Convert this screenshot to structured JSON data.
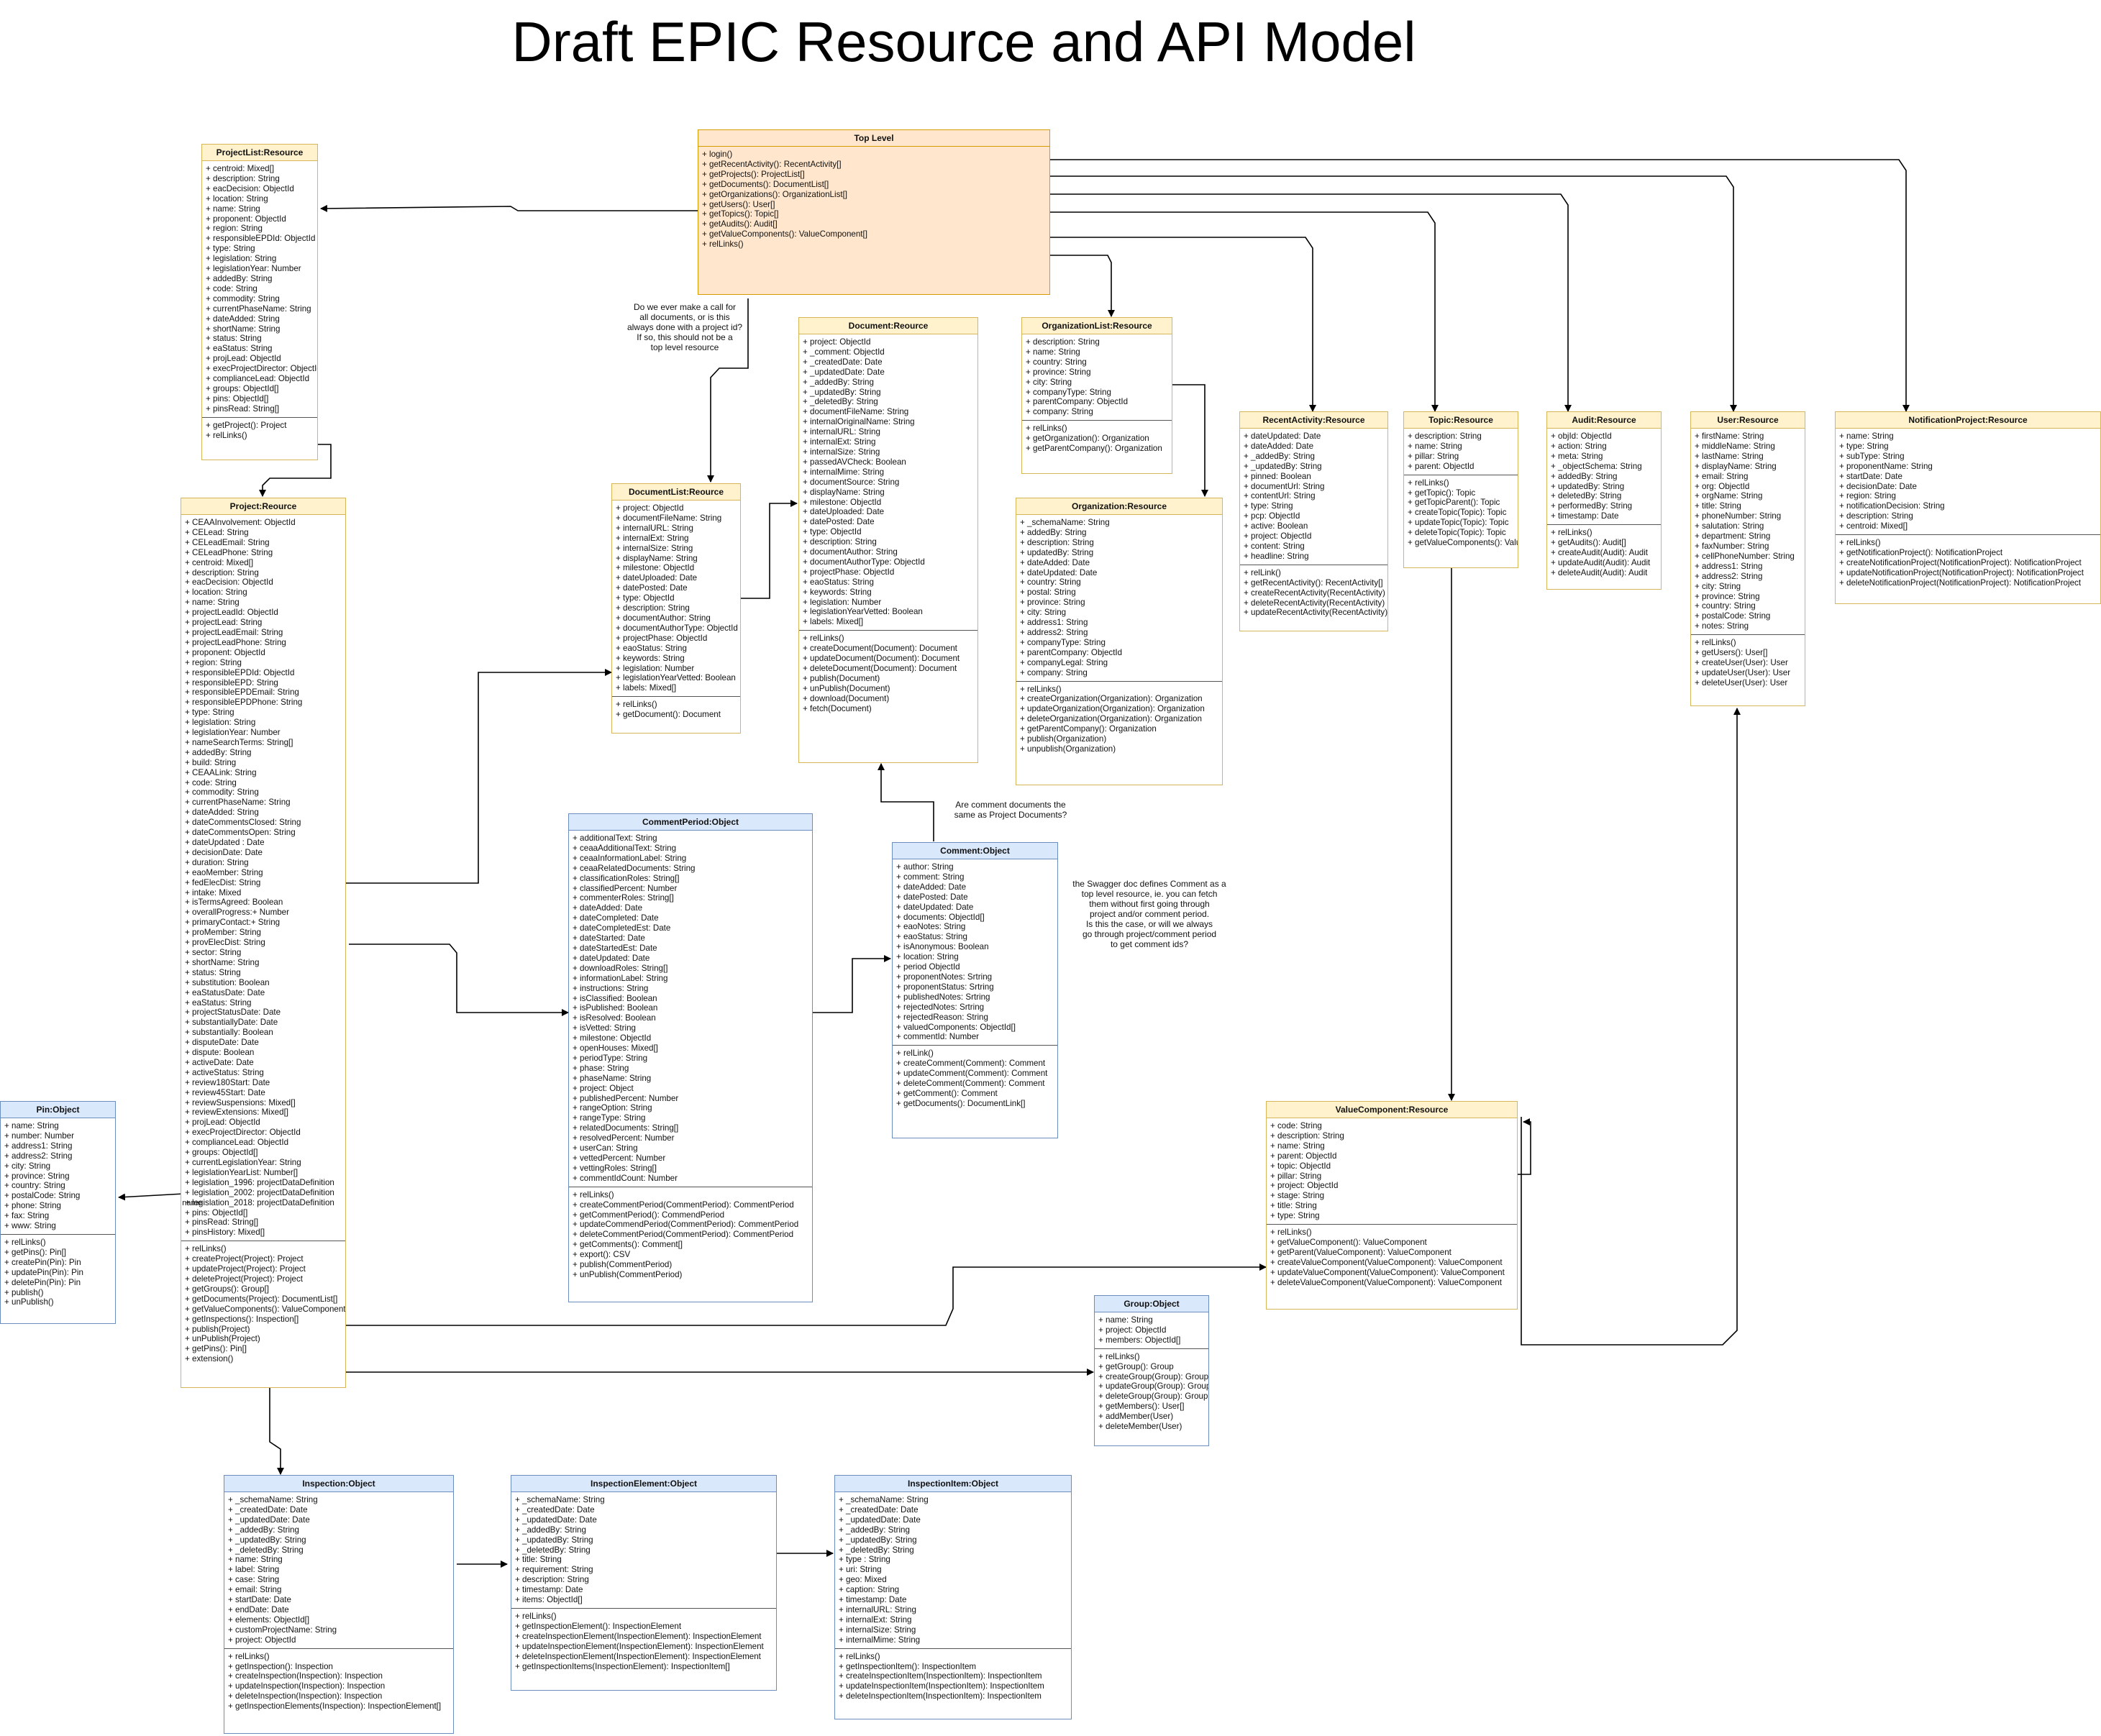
{
  "title": "Draft EPIC Resource and API Model",
  "classes": [
    {
      "id": "top",
      "name": "Top Level",
      "attrs": [],
      "methods": [
        "+ login()",
        "+ getRecentActivity(): RecentActivity[]",
        "+ getProjects(): ProjectList[]",
        "+ getDocuments(): DocumentList[]",
        "+ getOrganizations(): OrganizationList[]",
        "+ getUsers(): User[]",
        "+ getTopics(): Topic[]",
        "+ getAudits(): Audit[]",
        "+ getValueComponents(): ValueComponent[]",
        "+ relLinks()"
      ]
    },
    {
      "id": "projectlist",
      "name": "ProjectList:Resource",
      "attrs": [
        "+ centroid: Mixed[]",
        "+ description: String",
        "+ eacDecision: ObjectId",
        "+ location: String",
        "+ name: String",
        "+ proponent: ObjectId",
        "+ region: String",
        "+ responsibleEPDId: ObjectId",
        "+ type: String",
        "+ legislation: String",
        "+ legislationYear: Number",
        "+ addedBy: String",
        "+ code: String",
        "+ commodity: String",
        "+ currentPhaseName: String",
        "+ dateAdded: String",
        "+ shortName: String",
        "+ status: String",
        "+ eaStatus: String",
        "+ projLead: ObjectId",
        "+ execProjectDirector: ObjectId",
        "+ complianceLead: ObjectId",
        "+ groups: ObjectId[]",
        "+ pins: ObjectId[]",
        "+ pinsRead: String[]"
      ],
      "methods": [
        "+ getProject(): Project",
        "+ relLinks()"
      ]
    },
    {
      "id": "project",
      "name": "Project:Reource",
      "attrs": [
        "+ CEAAInvolvement: ObjectId",
        "+ CELead: String",
        "+ CELeadEmail: String",
        "+ CELeadPhone: String",
        "+ centroid: Mixed[]",
        "+ description: String",
        "+ eacDecision: ObjectId",
        "+ location: String",
        "+ name: String",
        "+ projectLeadId: ObjectId",
        "+ projectLead: String",
        "+ projectLeadEmail: String",
        "+ projectLeadPhone: String",
        "+ proponent: ObjectId",
        "+ region: String",
        "+ responsibleEPDId: ObjectId",
        "+ responsibleEPD: String",
        "+ responsibleEPDEmail: String",
        "+ responsibleEPDPhone: String",
        "+ type: String",
        "+ legislation: String",
        "+ legislationYear: Number",
        "+ nameSearchTerms: String[]",
        "+ addedBy: String",
        "+ build: String",
        "+ CEAALink: String",
        "+ code: String",
        "+ commodity: String",
        "+ currentPhaseName: String",
        "+ dateAdded: String",
        "+ dateCommentsClosed: String",
        "+ dateCommentsOpen: String",
        "+ dateUpdated : Date",
        "+ decisionDate: Date",
        "+ duration: String",
        "+ eaoMember: String",
        "+ fedElecDist: String",
        "+ intake: Mixed",
        "+ isTermsAgreed: Boolean",
        "+ overallProgress:+ Number",
        "+ primaryContact:+ String",
        "+ proMember: String",
        "+ provElecDist: String",
        "+ sector: String",
        "+ shortName: String",
        "+ status: String",
        "+ substitution: Boolean",
        "+ eaStatusDate: Date",
        "+ eaStatus: String",
        "+ projectStatusDate: Date",
        "+ substantiallyDate: Date",
        "+ substantially: Boolean",
        "+ disputeDate: Date",
        "+ dispute: Boolean",
        "+ activeDate: Date",
        "+ activeStatus: String",
        "+ review180Start: Date",
        "+ review45Start: Date",
        "+ reviewSuspensions: Mixed[]",
        "+ reviewExtensions: Mixed[]",
        "+ projLead: ObjectId",
        "+ execProjectDirector: ObjectId",
        "+ complianceLead: ObjectId",
        "+ groups: ObjectId[]",
        "+ currentLegislationYear: String",
        "+ legislationYearList: Number[]",
        "+ legislation_1996: projectDataDefinition",
        "+ legislation_2002: projectDataDefinition",
        "+ legislation_2018: projectDataDefinition",
        "+ pins: ObjectId[]",
        "+ pinsRead: String[]",
        "+ pinsHistory: Mixed[]"
      ],
      "methods": [
        "+ relLinks()",
        "+ createProject(Project): Project",
        "+ updateProject(Project): Project",
        "+ deleteProject(Project): Project",
        "+ getGroups(): Group[]",
        "+ getDocuments(Project): DocumentList[]",
        "+ getValueComponents(): ValueComponent[]",
        "+ getInspections(): Inspection[]",
        "+ publish(Project)",
        "+ unPublish(Project)",
        "+ getPins(): Pin[]",
        "+ extension()"
      ]
    },
    {
      "id": "pin",
      "name": "Pin:Object",
      "attrs": [
        "+ name: String",
        "+ number: Number",
        "+ address1: String",
        "+ address2: String",
        "+ city: String",
        "+ province: String",
        "+ country: String",
        "+ postalCode: String",
        "+ phone: String",
        "+ fax: String",
        "+ www: String"
      ],
      "methods": [
        "+ relLinks()",
        "+ getPins(): Pin[]",
        "+ createPin(Pin): Pin",
        "+ updatePin(Pin): Pin",
        "+ deletePin(Pin): Pin",
        "+ publish()",
        "+ unPublish()"
      ]
    },
    {
      "id": "doclist",
      "name": "DocumentList:Reource",
      "attrs": [
        "+ project: ObjectId",
        "+ documentFileName: String",
        "+ internalURL: String",
        "+ internalExt: String",
        "+ internalSize: String",
        "+ displayName: String",
        "+ milestone: ObjectId",
        "+ dateUploaded: Date",
        "+ datePosted: Date",
        "+ type: ObjectId",
        "+ description: String",
        "+ documentAuthor: String",
        "+ documentAuthorType: ObjectId",
        "+ projectPhase: ObjectId",
        "+ eaoStatus: String",
        "+ keywords: String",
        "+ legislation: Number",
        "+ legislationYearVetted: Boolean",
        "+ labels: Mixed[]"
      ],
      "methods": [
        "+ relLinks()",
        "+ getDocument(): Document"
      ]
    },
    {
      "id": "document",
      "name": "Document:Reource",
      "attrs": [
        "+ project: ObjectId",
        "+ _comment: ObjectId",
        "+ _createdDate: Date",
        "+ _updatedDate: Date",
        "+ _addedBy: String",
        "+ _updatedBy: String",
        "+ _deletedBy: String",
        "+ documentFileName: String",
        "+ internalOriginalName: String",
        "+ internalURL: String",
        "+ internalExt: String",
        "+ internalSize: String",
        "+ passedAVCheck: Boolean",
        "+ internalMime: String",
        "+ documentSource: String",
        "+ displayName: String",
        "+ milestone: ObjectId",
        "+ dateUploaded: Date",
        "+ datePosted: Date",
        "+ type: ObjectId",
        "+ description: String",
        "+ documentAuthor: String",
        "+ documentAuthorType: ObjectId",
        "+ projectPhase: ObjectId",
        "+ eaoStatus: String",
        "+ keywords: String",
        "+ legislation: Number",
        "+ legislationYearVetted: Boolean",
        "+ labels: Mixed[]"
      ],
      "methods": [
        "+ relLinks()",
        "+ createDocument(Document): Document",
        "+ updateDocument(Document): Document",
        "+ deleteDocument(Document): Document",
        "+ publish(Document)",
        "+ unPublish(Document)",
        "+ download(Document)",
        "+ fetch(Document)"
      ]
    },
    {
      "id": "orglist",
      "name": "OrganizationList:Resource",
      "attrs": [
        "+ description: String",
        "+ name: String",
        "+ country: String",
        "+ province: String",
        "+ city: String",
        "+ companyType: String",
        "+ parentCompany: ObjectId",
        "+ company: String"
      ],
      "methods": [
        "+ relLinks()",
        "+ getOrganization(): Organization",
        "+ getParentCompany(): Organization"
      ]
    },
    {
      "id": "org",
      "name": "Organization:Resource",
      "attrs": [
        "+ _schemaName: String",
        "+ addedBy: String",
        "+ description: String",
        "+ updatedBy: String",
        "+ dateAdded: Date",
        "+ dateUpdated: Date",
        "+ country: String",
        "+ postal: String",
        "+ province: String",
        "+ city: String",
        "+ address1: String",
        "+ address2: String",
        "+ companyType: String",
        "+ parentCompany: ObjectId",
        "+ companyLegal: String",
        "+ company: String"
      ],
      "methods": [
        "+ relLinks()",
        "+ createOrganization(Organization): Organization",
        "+ updateOrganization(Organization): Organization",
        "+ deleteOrganization(Organization): Organization",
        "+ getParentCompany(): Organization",
        "+ publish(Organization)",
        "+ unpublish(Organization)"
      ]
    },
    {
      "id": "recent",
      "name": "RecentActivity:Resource",
      "attrs": [
        "+ dateUpdated: Date",
        "+ dateAdded: Date",
        "+ _addedBy: String",
        "+ _updatedBy: String",
        "+ pinned: Boolean",
        "+ documentUrl: String",
        "+ contentUrl: String",
        "+ type: String",
        "+ pcp: ObjectId",
        "+ active: Boolean",
        "+ project: ObjectId",
        "+ content: String",
        "+ headline: String"
      ],
      "methods": [
        "+ relLink()",
        "+ getRecentActivity(): RecentActivity[]",
        "+ createRecentActivity(RecentActivity)",
        "+ deleteRecentActivity(RecentActivity)",
        "+ updateRecentActivity(RecentActivity)"
      ]
    },
    {
      "id": "topic",
      "name": "Topic:Resource",
      "attrs": [
        "+ description: String",
        "+ name: String",
        "+ pillar: String",
        "+ parent: ObjectId"
      ],
      "methods": [
        "+ relLinks()",
        "+ getTopic(): Topic",
        "+ getTopicParent(): Topic",
        "+ createTopic(Topic): Topic",
        "+ updateTopic(Topic): Topic",
        "+ deleteTopic(Topic): Topic",
        "+ getValueComponents(): ValueComponent[]"
      ]
    },
    {
      "id": "audit",
      "name": "Audit:Resource",
      "attrs": [
        "+ objId: ObjectId",
        "+ action: String",
        "+ meta: String",
        "+ _objectSchema: String",
        "+ addedBy: String",
        "+ updatedBy: String",
        "+ deletedBy: String",
        "+ performedBy: String",
        "+ timestamp: Date"
      ],
      "methods": [
        "+ relLinks()",
        "+ getAudits(): Audit[]",
        "+ createAudit(Audit): Audit",
        "+ updateAudit(Audit): Audit",
        "+ deleteAudit(Audit): Audit"
      ]
    },
    {
      "id": "user",
      "name": "User:Resource",
      "attrs": [
        "+ firstName: String",
        "+ middleName: String",
        "+ lastName: String",
        "+ displayName: String",
        "+ email: String",
        "+ org: ObjectId",
        "+ orgName: String",
        "+ title: String",
        "+ phoneNumber: String",
        "+ salutation: String",
        "+ department: String",
        "+ faxNumber: String",
        "+ cellPhoneNumber: String",
        "+ address1: String",
        "+ address2: String",
        "+ city: String",
        "+ province: String",
        "+ country: String",
        "+ postalCode: String",
        "+ notes: String"
      ],
      "methods": [
        "+ relLinks()",
        "+ getUsers(): User[]",
        "+ createUser(User): User",
        "+ updateUser(User): User",
        "+ deleteUser(User): User"
      ]
    },
    {
      "id": "notif",
      "name": "NotificationProject:Resource",
      "attrs": [
        "+ name: String",
        "+ type: String",
        "+ subType: String",
        "+ proponentName: String",
        "+ startDate: Date",
        "+ decisionDate: Date",
        "+ region: String",
        "+ notificationDecision: String",
        "+ description: String",
        "+ centroid: Mixed[]"
      ],
      "methods": [
        "+ relLinks()",
        "+ getNotificationProject(): NotificationProject",
        "+ createNotificationProject(NotificationProject): NotificationProject",
        "+ updateNotificationProject(NotificationProject): NotificationProject",
        "+ deleteNotificationProject(NotificationProject): NotificationProject"
      ]
    },
    {
      "id": "cperiod",
      "name": "CommentPeriod:Object",
      "attrs": [
        "+ additionalText: String",
        "+ ceaaAdditionalText: String",
        "+ ceaaInformationLabel: String",
        "+ ceaaRelatedDocuments: String",
        "+ classificationRoles: String[]",
        "+ classifiedPercent: Number",
        "+ commenterRoles: String[]",
        "+ dateAdded: Date",
        "+ dateCompleted: Date",
        "+ dateCompletedEst: Date",
        "+ dateStarted: Date",
        "+ dateStartedEst: Date",
        "+ dateUpdated: Date",
        "+ downloadRoles: String[]",
        "+ informationLabel: String",
        "+ instructions: String",
        "+ isClassified: Boolean",
        "+ isPublished: Boolean",
        "+ isResolved: Boolean",
        "+ isVetted: String",
        "+ milestone: ObjectId",
        "+ openHouses: Mixed[]",
        "+ periodType: String",
        "+ phase: String",
        "+ phaseName: String",
        "+ project: Object",
        "+ publishedPercent: Number",
        "+ rangeOption: String",
        "+ rangeType: String",
        "+ relatedDocuments: String[]",
        "+ resolvedPercent: Number",
        "+ userCan: String",
        "+ vettedPercent: Number",
        "+ vettingRoles: String[]",
        "+ commentIdCount: Number"
      ],
      "methods": [
        "+ relLinks()",
        "+ createCommentPeriod(CommentPeriod): CommentPeriod",
        "+ getCommentPeriod(): CommendPeriod",
        "+ updateCommendPeriod(CommentPeriod): CommentPeriod",
        "+ deleteCommentPeriod(CommentPeriod): CommentPeriod",
        "+ getComments(): Comment[]",
        "+ export(): CSV",
        "+ publish(CommentPeriod)",
        "+ unPublish(CommentPeriod)"
      ]
    },
    {
      "id": "comment",
      "name": "Comment:Object",
      "attrs": [
        "+ author: String",
        "+ comment: String",
        "+ dateAdded: Date",
        "+ datePosted: Date",
        "+ dateUpdated: Date",
        "+ documents: ObjectId[]",
        "+ eaoNotes: String",
        "+ eaoStatus: String",
        "+ isAnonymous: Boolean",
        "+ location: String",
        "+ period ObjectId",
        "+ proponentNotes: Srtring",
        "+ proponentStatus: Srtring",
        "+ publishedNotes: Srtring",
        "+ rejectedNotes: Srtring",
        "+ rejectedReason: String",
        "+ valuedComponents: ObjectId[]",
        "+ commentId: Number"
      ],
      "methods": [
        "+ relLink()",
        "+ createComment(Comment): Comment",
        "+ updateComment(Comment): Comment",
        "+ deleteComment(Comment): Comment",
        "+ getComment(): Comment",
        "+ getDocuments(): DocumentLink[]"
      ]
    },
    {
      "id": "vc",
      "name": "ValueComponent:Resource",
      "attrs": [
        "+ code: String",
        "+ description: String",
        "+ name: String",
        "+ parent: ObjectId",
        "+ topic: ObjectId",
        "+ pillar: String",
        "+ project: ObjectId",
        "+ stage: String",
        "+ title: String",
        "+ type: String"
      ],
      "methods": [
        "+ relLinks()",
        "+ getValueComponent(): ValueComponent",
        "+ getParent(ValueComponent): ValueComponent",
        "+ createValueComponent(ValueComponent): ValueComponent",
        "+ updateValueComponent(ValueComponent): ValueComponent",
        "+ deleteValueComponent(ValueComponent): ValueComponent"
      ]
    },
    {
      "id": "group",
      "name": "Group:Object",
      "attrs": [
        "+ name: String",
        "+ project: ObjectId",
        "+ members: ObjectId[]"
      ],
      "methods": [
        "+ relLinks()",
        "+ getGroup(): Group",
        "+ createGroup(Group): Group",
        "+ updateGroup(Group): Group",
        "+ deleteGroup(Group): Group",
        "+ getMembers(): User[]",
        "+ addMember(User)",
        "+ deleteMember(User)"
      ]
    },
    {
      "id": "insp",
      "name": "Inspection:Object",
      "attrs": [
        "+ _schemaName: String",
        "+ _createdDate: Date",
        "+ _updatedDate: Date",
        "+ _addedBy: String",
        "+ _updatedBy: String",
        "+ _deletedBy: String",
        "+ name: String",
        "+ label: String",
        "+ case: String",
        "+ email: String",
        "+ startDate: Date",
        "+ endDate: Date",
        "+ elements: ObjectId[]",
        "+ customProjectName: String",
        "+ project: ObjectId"
      ],
      "methods": [
        "+ relLinks()",
        "+ getInspection(): Inspection",
        "+ createInspection(Inspection): Inspection",
        "+ updateInspection(Inspection): Inspection",
        "+ deleteInspection(Inspection): Inspection",
        "+ getInspectionElements(Inspection): InspectionElement[]"
      ]
    },
    {
      "id": "inspel",
      "name": "InspectionElement:Object",
      "attrs": [
        "+ _schemaName: String",
        "+ _createdDate: Date",
        "+ _updatedDate: Date",
        "+ _addedBy: String",
        "+ _updatedBy: String",
        "+ _deletedBy: String",
        "+ title: String",
        "+ requirement: String",
        "+ description: String",
        "+ timestamp: Date",
        "+ items: ObjectId[]"
      ],
      "methods": [
        "+ relLinks()",
        "+ getInspectionElement(): InspectionElement",
        "+ createInspectionElement(InspectionElement): InspectionElement",
        "+ updateInspectionElement(InspectionElement): InspectionElement",
        "+ deleteInspectionElement(InspectionElement): InspectionElement",
        "+ getInspectionItems(InspectionElement): InspectionItem[]"
      ]
    },
    {
      "id": "inspitem",
      "name": "InspectionItem:Object",
      "attrs": [
        "+ _schemaName: String",
        "+ _createdDate: Date",
        "+ _updatedDate: Date",
        "+ _addedBy: String",
        "+ _updatedBy: String",
        "+ _deletedBy: String",
        "+ type : String",
        "+ uri: String",
        "+ geo: Mixed",
        "+ caption: String",
        "+ timestamp: Date",
        "+ internalURL: String",
        "+ internalExt: String",
        "+ internalSize: String",
        "+ internalMime: String"
      ],
      "methods": [
        "+ relLinks()",
        "+ getInspectionItem(): InspectionItem",
        "+ createInspectionItem(InspectionItem): InspectionItem",
        "+ updateInspectionItem(InspectionItem): InspectionItem",
        "+ deleteInspectionItem(InspectionItem): InspectionItem"
      ]
    }
  ],
  "notes": [
    {
      "id": "note-doc-call",
      "lines": [
        "Do we ever make a call for",
        "all documents, or is this",
        "always done with a project id?",
        "If so, this should not be a",
        "top level resource"
      ]
    },
    {
      "id": "note-comment-docs",
      "lines": [
        "Are comment documents the",
        "same as Project Documents?"
      ]
    },
    {
      "id": "note-swagger",
      "lines": [
        "the Swagger doc defines Comment as a",
        "top level resource, ie. you can fetch",
        "them without first going through",
        "project and/or comment period.",
        "Is this the case, or will we always",
        "go through project/comment period",
        "to get comment ids?"
      ]
    },
    {
      "id": "note-name",
      "lines": [
        "name"
      ]
    }
  ]
}
